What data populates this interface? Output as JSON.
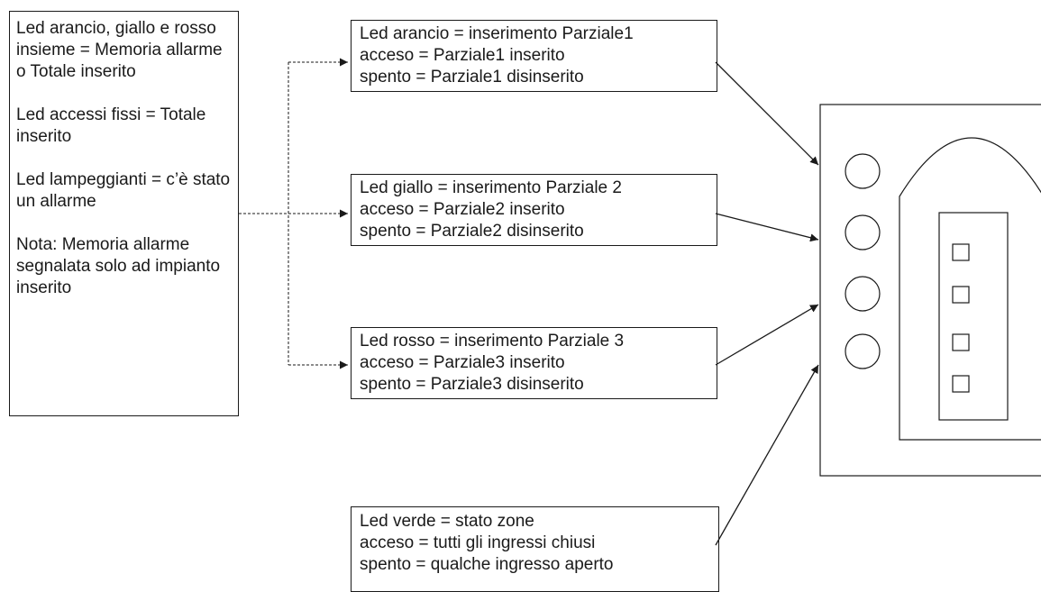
{
  "notes": [
    "Led arancio, giallo e rosso insieme = Memoria allarme o Totale inserito",
    "Led accessi fissi = Totale inserito",
    "Led lampeggianti = c’è stato un allarme",
    "Nota: Memoria allarme  segnalata solo ad impianto inserito"
  ],
  "leds": {
    "orange": {
      "title": "Led arancio = inserimento Parziale1",
      "on": "acceso = Parziale1 inserito",
      "off": "spento = Parziale1 disinserito"
    },
    "yellow": {
      "title": "Led giallo = inserimento Parziale 2",
      "on": "acceso = Parziale2 inserito",
      "off": "spento = Parziale2 disinserito"
    },
    "red": {
      "title": "Led rosso = inserimento Parziale 3",
      "on": "acceso = Parziale3 inserito",
      "off": "spento = Parziale3 disinserito"
    },
    "green": {
      "title": "Led verde = stato zone",
      "on": "acceso = tutti gli ingressi chiusi",
      "off": "spento = qualche ingresso aperto"
    }
  }
}
